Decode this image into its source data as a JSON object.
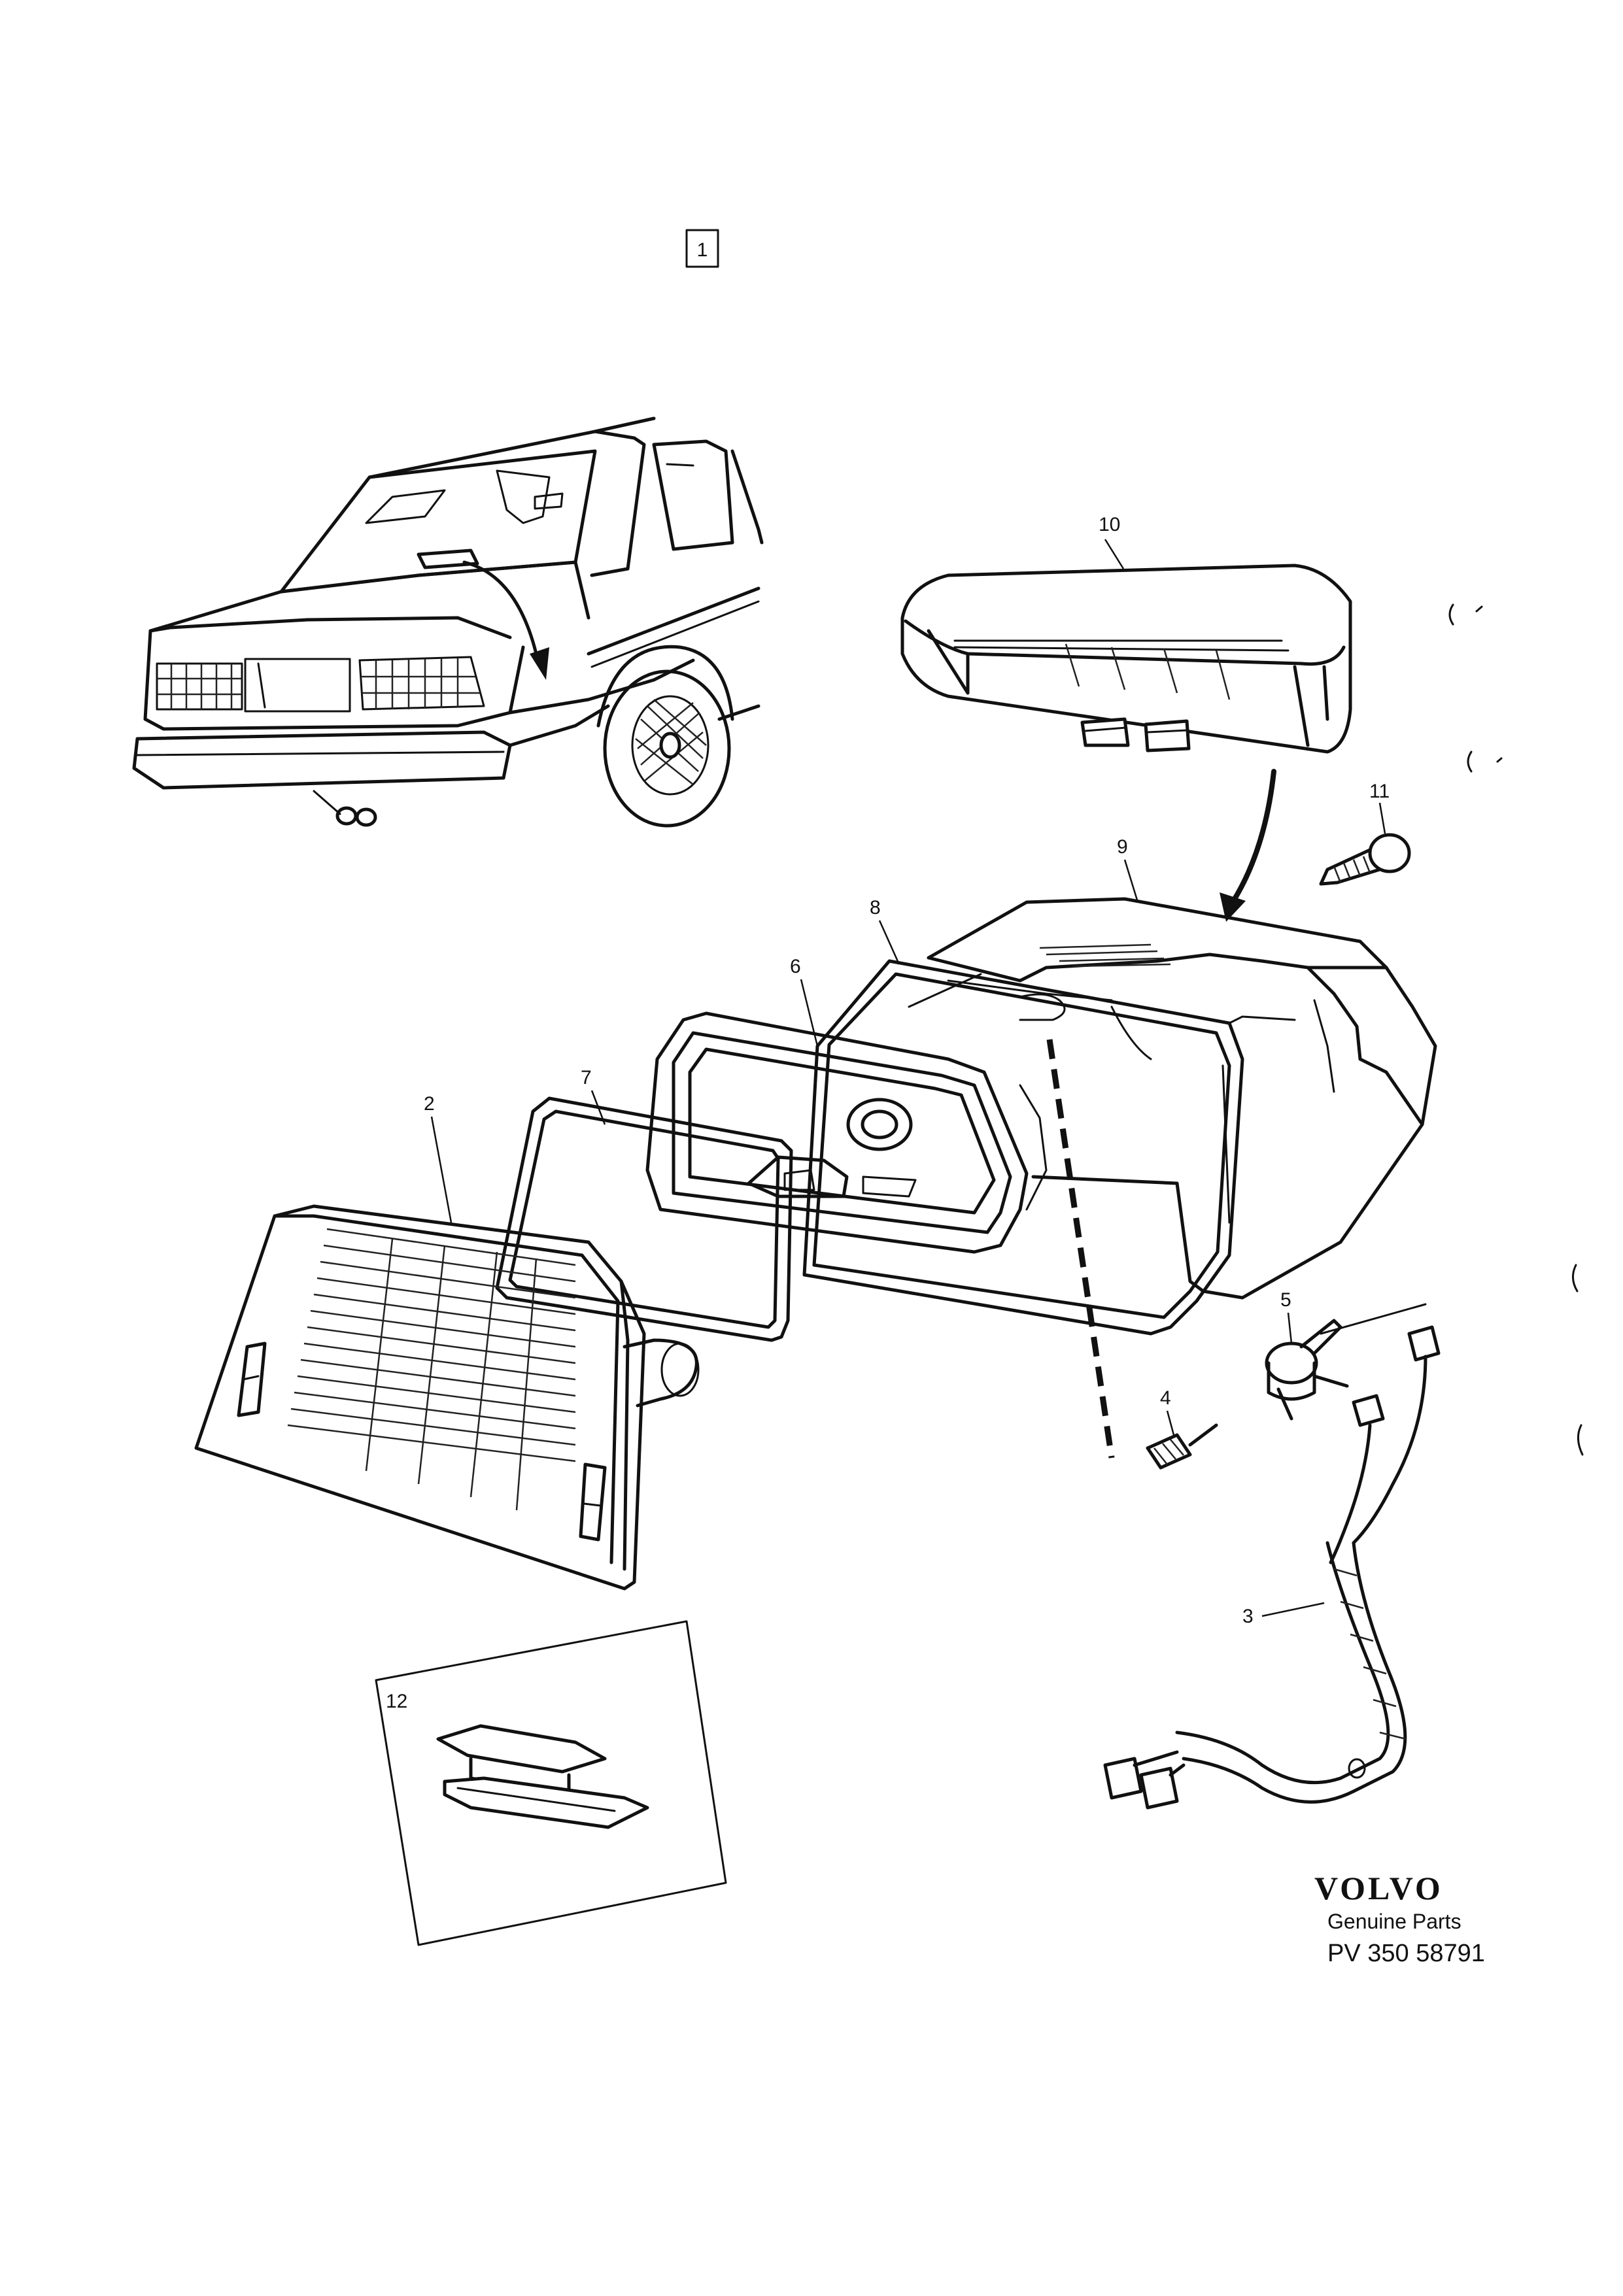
{
  "diagram": {
    "section_box_label": "1",
    "callouts": {
      "c2": "2",
      "c3": "3",
      "c4": "4",
      "c5": "5",
      "c6": "6",
      "c7": "7",
      "c8": "8",
      "c9": "9",
      "c10": "10",
      "c11": "11",
      "c12": "12"
    }
  },
  "branding": {
    "logo_text": "VOLVO",
    "subtitle": "Genuine Parts",
    "part_number": "PV  350 58791"
  },
  "colors": {
    "line": "#111111",
    "background": "#ffffff"
  }
}
